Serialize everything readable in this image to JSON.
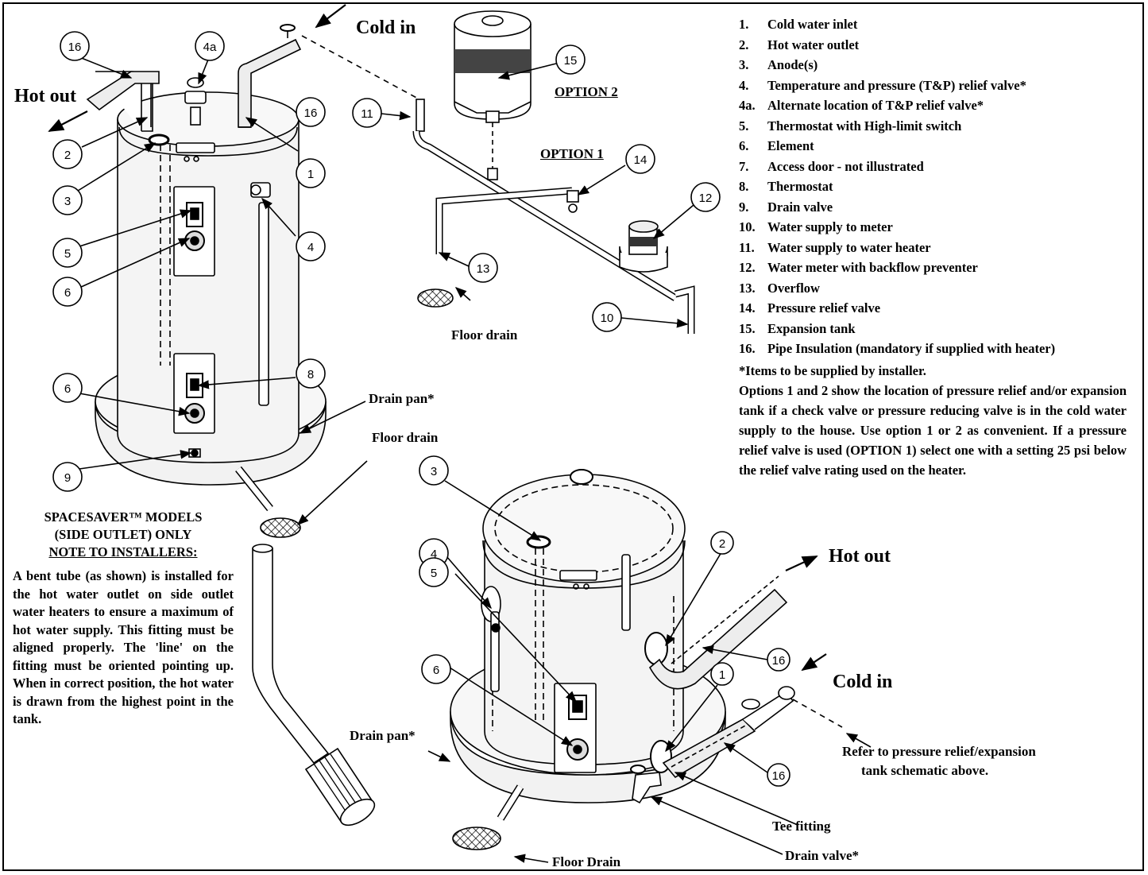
{
  "legend": {
    "items": [
      {
        "num": "1.",
        "text": "Cold water inlet"
      },
      {
        "num": "2.",
        "text": "Hot water outlet"
      },
      {
        "num": "3.",
        "text": "Anode(s)"
      },
      {
        "num": "4.",
        "text": "Temperature and pressure (T&P) relief valve*"
      },
      {
        "num": "4a.",
        "text": "Alternate location of T&P relief valve*"
      },
      {
        "num": "5.",
        "text": "Thermostat with High-limit switch"
      },
      {
        "num": "6.",
        "text": "Element"
      },
      {
        "num": "7.",
        "text": "Access door - not illustrated"
      },
      {
        "num": "8.",
        "text": "Thermostat"
      },
      {
        "num": "9.",
        "text": "Drain valve"
      },
      {
        "num": "10.",
        "text": "Water supply to meter"
      },
      {
        "num": "11.",
        "text": "Water supply to water heater"
      },
      {
        "num": "12.",
        "text": "Water meter with backflow preventer"
      },
      {
        "num": "13.",
        "text": "Overflow"
      },
      {
        "num": "14.",
        "text": "Pressure relief valve"
      },
      {
        "num": "15.",
        "text": "Expansion tank"
      },
      {
        "num": "16.",
        "text": "Pipe Insulation (mandatory if supplied with heater)"
      }
    ],
    "footnote": "*Items to be supplied by installer.",
    "paragraph": "Options 1 and 2 show the location of pressure relief and/or expansion tank if a check valve or pressure reducing valve is in the cold water supply to the house. Use option 1 or 2 as convenient. If a pressure relief valve is used (OPTION 1) select one with a setting 25 psi below the relief valve rating used on the heater."
  },
  "spacesaver": {
    "title_line1": "SPACESAVER™ MODELS",
    "title_line2": "(SIDE OUTLET) ONLY",
    "title_line3": "NOTE TO INSTALLERS:",
    "body": "A bent tube (as shown) is installed for the hot water outlet on side outlet water heaters to ensure a maximum of hot water supply. This fitting must be aligned properly. The 'line' on the fitting must be oriented pointing up. When in correct position, the hot water is drawn from the highest point in the tank."
  },
  "labels": {
    "hot_out": "Hot out",
    "cold_in": "Cold in",
    "option1": "OPTION 1",
    "option2": "OPTION 2",
    "floor_drain": "Floor drain",
    "floor_drain_cap": "Floor Drain",
    "drain_pan": "Drain pan*",
    "drain_valve": "Drain valve*",
    "tee_fitting": "Tee fitting",
    "refer_line1": "Refer to pressure relief/expansion",
    "refer_line2": "tank schematic above."
  },
  "callouts": {
    "c16": "16",
    "c4a": "4a",
    "c2": "2",
    "c1": "1",
    "c3": "3",
    "c4": "4",
    "c5": "5",
    "c6": "6",
    "c8": "8",
    "c9": "9",
    "c11": "11",
    "c15": "15",
    "c14": "14",
    "c12": "12",
    "c13": "13",
    "c10": "10"
  }
}
